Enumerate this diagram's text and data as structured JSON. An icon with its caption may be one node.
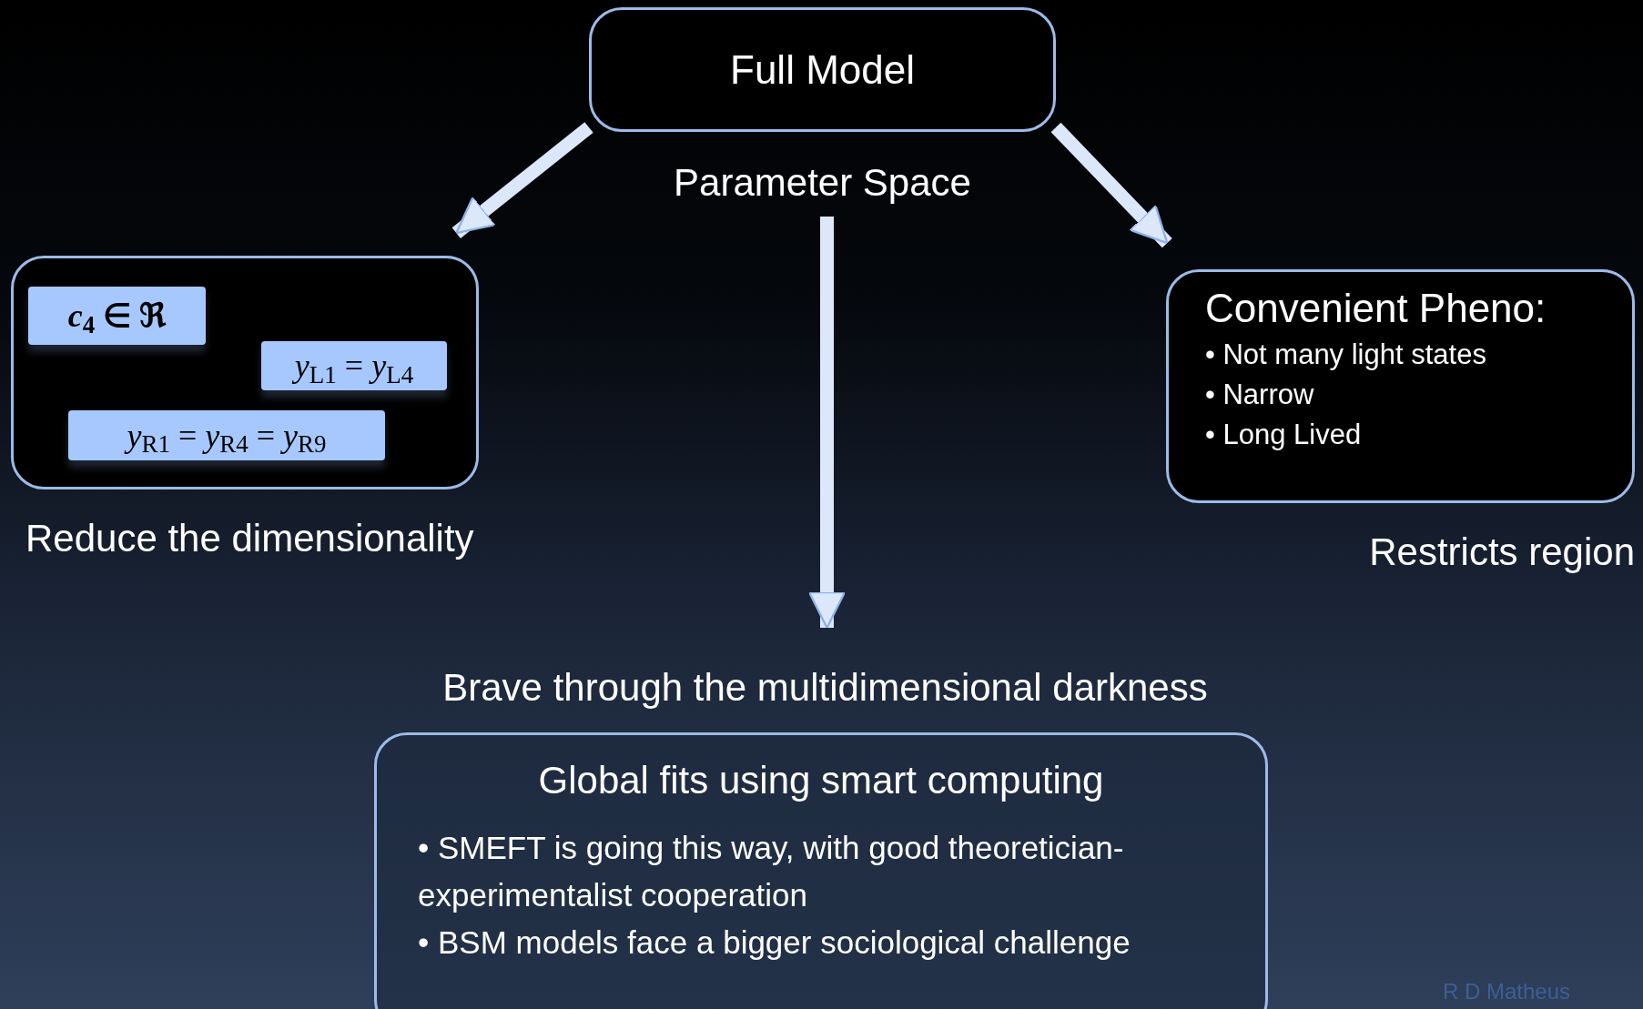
{
  "diagram": {
    "nodes": [
      {
        "text": [
          "Full Model"
        ],
        "beside": [
          "Parameter Space"
        ]
      },
      {
        "text": [],
        "shape": "box",
        "beside": [
          "Reduce the dimensionality"
        ]
      },
      {
        "text": [
          "*c*$_{4}$ ∈ ℜ"
        ],
        "in": 1
      },
      {
        "text": [
          "*y*$_{L1}$ = *y*$_{L4}$"
        ],
        "in": 1
      },
      {
        "text": [
          "*y*$_{R1}$ = *y*$_{R4}$ = *y*$_{R9}$"
        ],
        "in": 1
      },
      {
        "text": [
          "Convenient Pheno:",
          "• Not many light states",
          "• Narrow",
          "• Long Lived"
        ],
        "beside": [
          "Restricts region"
        ]
      },
      {
        "text": [
          "Global fits using smart computing",
          "• SMEFT is going this way, with good theoretician-experimentalist cooperation",
          "• BSM models face a bigger sociological challenge"
        ],
        "beside": [
          "Brave through the multidimensional darkness"
        ]
      }
    ],
    "edges": [
      {
        "from": 0,
        "to": 1,
        "arrow": "to"
      },
      {
        "from": 0,
        "to": 5,
        "arrow": "to"
      },
      {
        "from": 0,
        "to": 6,
        "arrow": "to"
      }
    ],
    "labels": [
      "R D Matheus"
    ]
  }
}
